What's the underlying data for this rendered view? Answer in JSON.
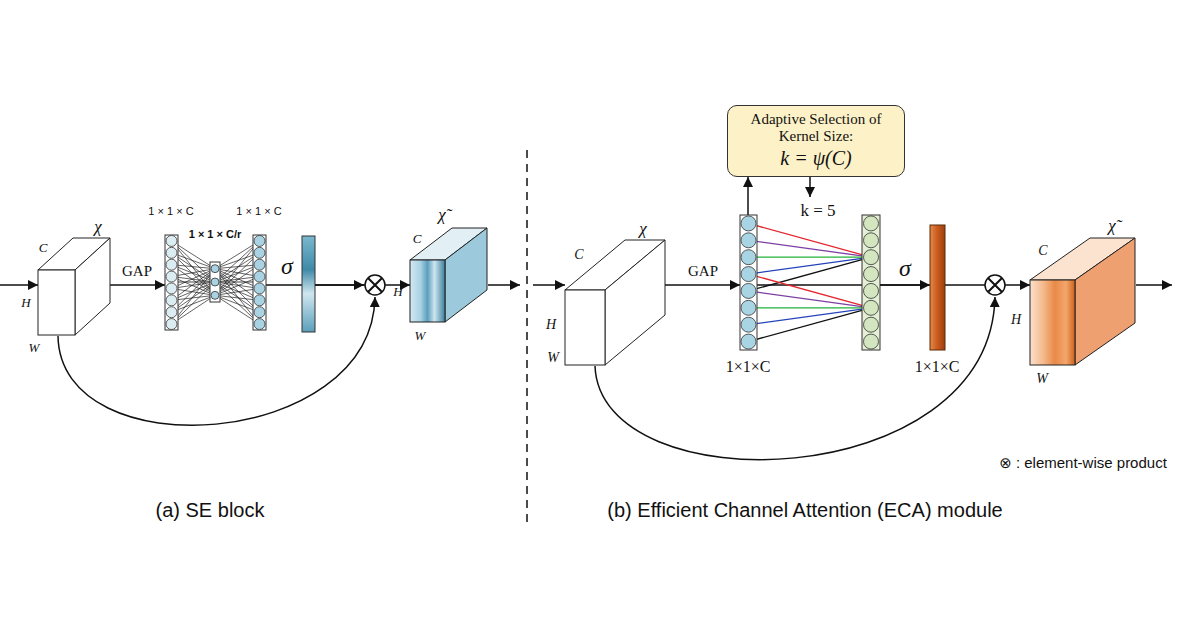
{
  "diagram": {
    "nodes": [
      {
        "text": [
          "χ",
          "C",
          "H",
          "W"
        ]
      },
      {
        "text": [
          "1 × 1 × C"
        ]
      },
      {
        "text": [
          "1 × 1 × C/r"
        ]
      },
      {
        "text": [
          "1 × 1 × C"
        ]
      },
      {
        "text": [
          "χ̃",
          "C",
          "H",
          "W"
        ]
      },
      {
        "text": [
          "χ",
          "C",
          "H",
          "W"
        ]
      },
      {
        "text": [
          "Adaptive Selection of Kernel Size:",
          "k = ψ(C)"
        ]
      },
      {
        "text": [
          "1×1×C"
        ]
      },
      {
        "text": [
          "1×1×C"
        ]
      },
      {
        "text": [
          "χ̃",
          "C",
          "H",
          "W"
        ]
      }
    ],
    "edges": [
      {
        "from": 0,
        "to": 1,
        "arrow": "to",
        "label": "GAP"
      },
      {
        "from": 1,
        "to": 2,
        "arrow": "none"
      },
      {
        "from": 2,
        "to": 3,
        "arrow": "none"
      },
      {
        "from": 3,
        "to": 4,
        "arrow": "to",
        "label": "σ"
      },
      {
        "from": 5,
        "to": 7,
        "arrow": "to",
        "label": "GAP"
      },
      {
        "from": 7,
        "to": 6,
        "arrow": "to"
      },
      {
        "from": 7,
        "to": 8,
        "arrow": "to",
        "label": "σ"
      },
      {
        "from": 8,
        "to": 9,
        "arrow": "to"
      }
    ],
    "labels": [
      "k = 5",
      "⊗ : element-wise product",
      "(a) SE block",
      "(b) Efficient Channel Attention (ECA) module"
    ]
  }
}
